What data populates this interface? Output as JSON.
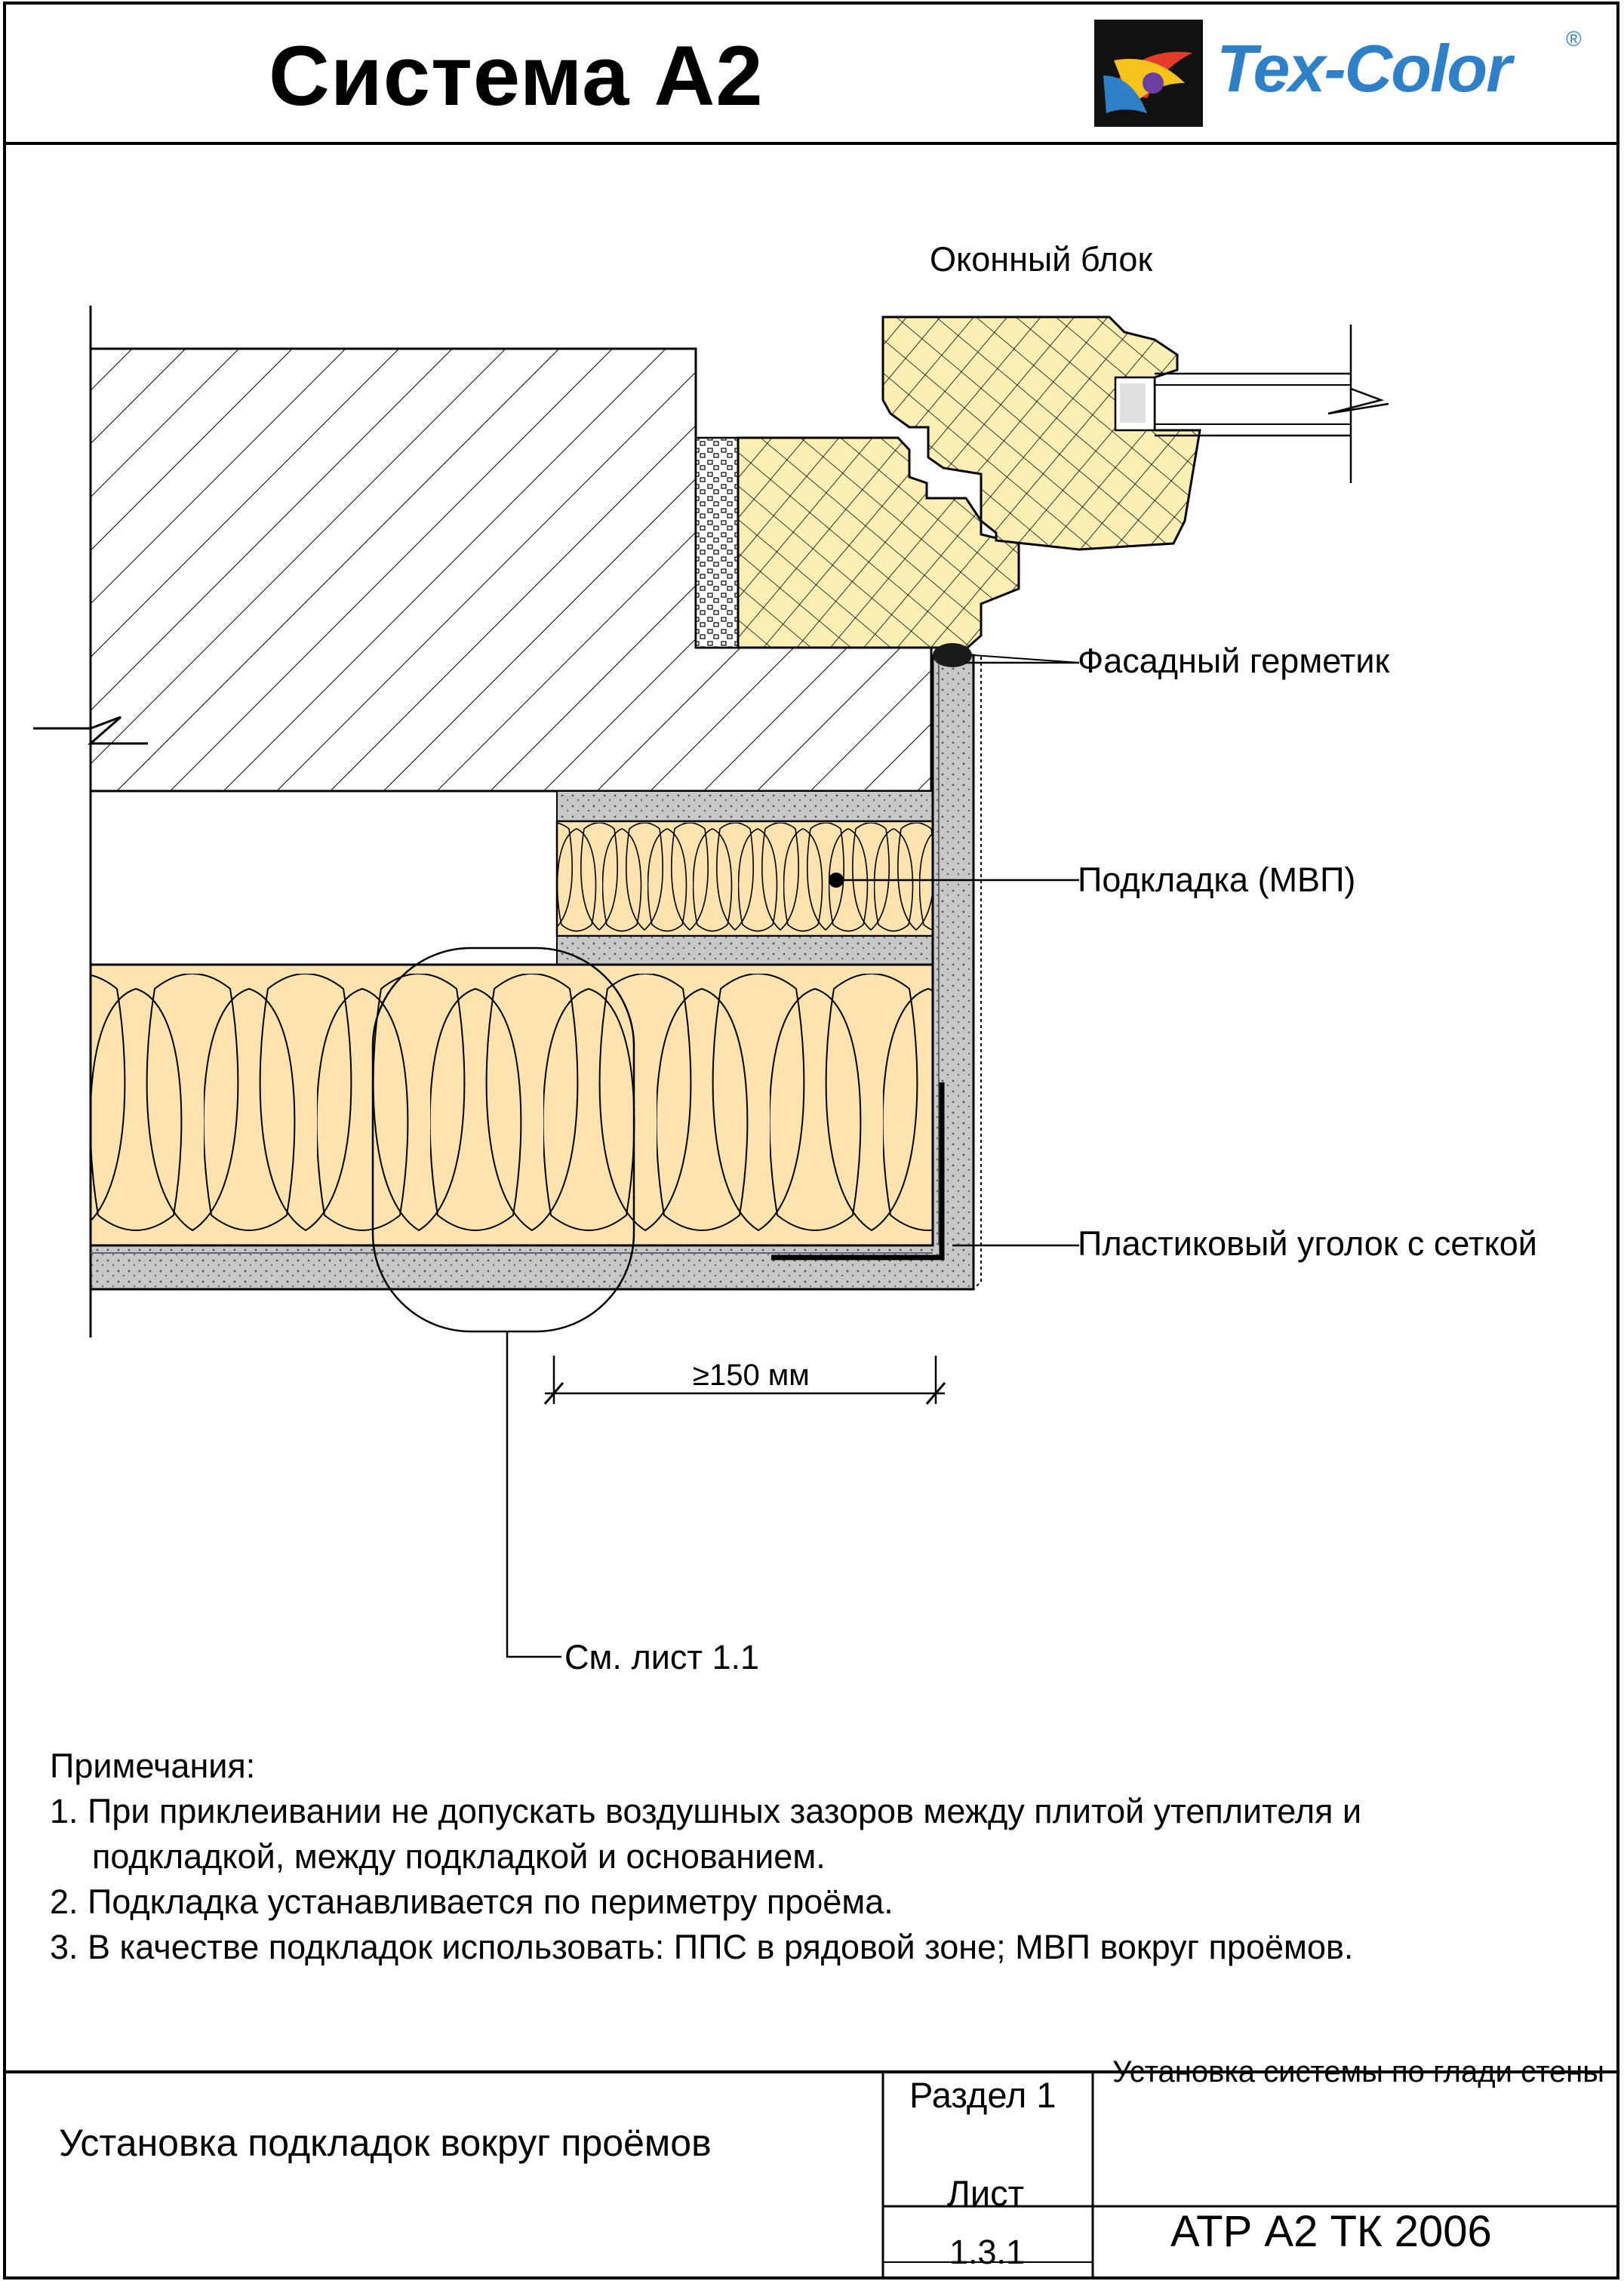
{
  "header": {
    "title": "Система А2",
    "logo_text": "Tex-Color",
    "logo_registered": "®"
  },
  "drawing": {
    "label_window_block": "Оконный блок",
    "label_sealant": "Фасадный герметик",
    "label_underlay": "Подкладка (МВП)",
    "label_corner": "Пластиковый уголок с сеткой",
    "dimension_text": "≥150 мм",
    "reference_text": "См. лист 1.1"
  },
  "notes": {
    "heading": "Примечания:",
    "items": [
      "1. При приклеивании не допускать воздушных зазоров между плитой утеплителя и",
      "подкладкой, между подкладкой и основанием.",
      "2. Подкладка устанавливается по периметру проёма.",
      "3. В качестве подкладок использовать: ППС в рядовой зоне; МВП вокруг проёмов."
    ]
  },
  "title_block": {
    "drawing_name": "Установка подкладок вокруг проёмов",
    "section_label": "Раздел 1",
    "description": "Установка системы по глади стены",
    "sheet_label": "Лист",
    "sheet_number": "1.3.1",
    "document_code": "АТР А2 ТК 2006"
  },
  "colors": {
    "insulation_fill": "#fde3ad",
    "wood_fill": "#fcefb4",
    "plaster_fill": "#c8c8c8",
    "logo_blue": "#2e80c8",
    "line": "#000000"
  }
}
